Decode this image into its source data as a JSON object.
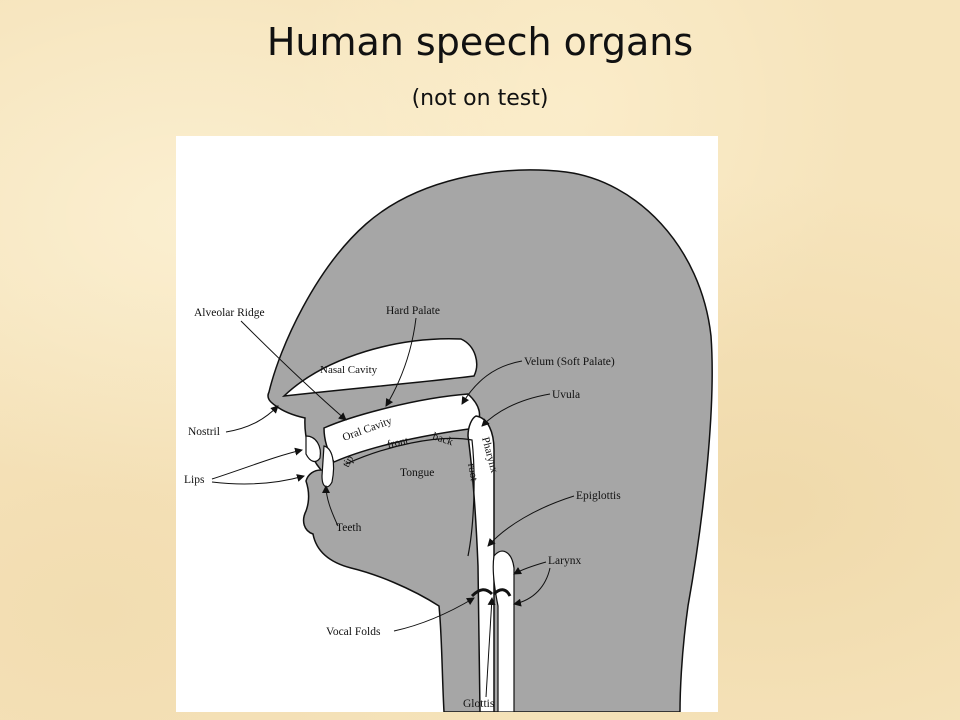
{
  "title": "Human speech organs",
  "subtitle": "(not on test)",
  "diagram": {
    "labels": {
      "alveolar_ridge": "Alveolar Ridge",
      "hard_palate": "Hard Palate",
      "nasal_cavity": "Nasal Cavity",
      "velum": "Velum (Soft Palate)",
      "uvula": "Uvula",
      "nostril": "Nostril",
      "oral_cavity": "Oral Cavity",
      "tip": "tip",
      "front": "front",
      "back": "back",
      "tongue": "Tongue",
      "root": "root",
      "pharynx": "Pharynx",
      "lips": "Lips",
      "teeth": "Teeth",
      "epiglottis": "Epiglottis",
      "larynx": "Larynx",
      "vocal_folds": "Vocal Folds",
      "glottis": "Glottis"
    },
    "colors": {
      "tissue": "#a6a6a6",
      "airway": "#ffffff",
      "outline": "#111111"
    }
  }
}
